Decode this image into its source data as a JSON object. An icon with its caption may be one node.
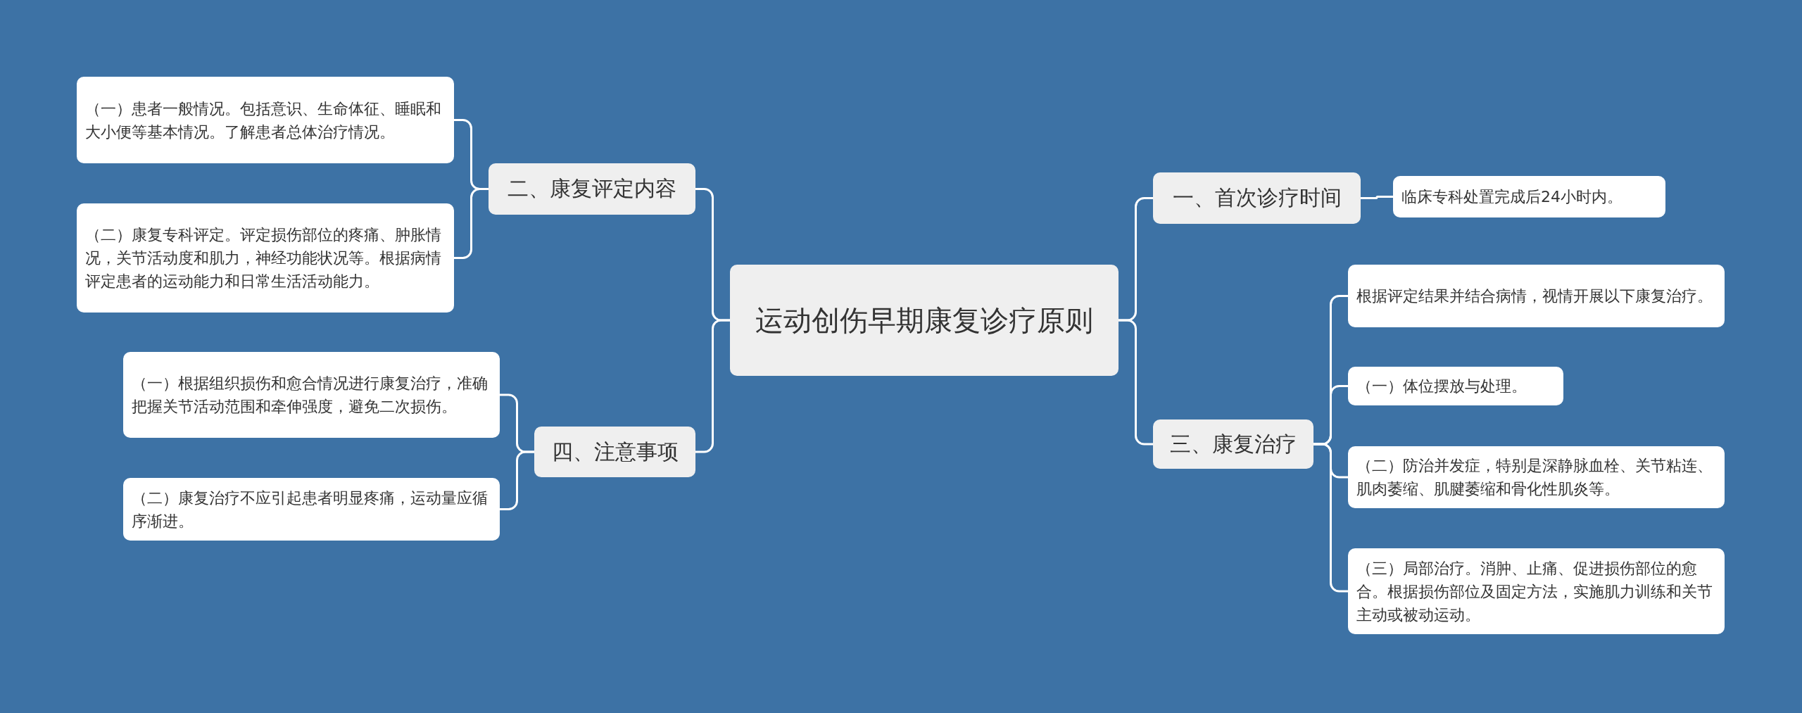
{
  "diagram": {
    "nodes": [
      {
        "text": [
          "运动创伤早期康复诊疗原则"
        ]
      },
      {
        "text": [
          "一、首次诊疗时间"
        ]
      },
      {
        "text": [
          "临床专科处置完成后24小时内。"
        ]
      },
      {
        "text": [
          "三、康复治疗"
        ]
      },
      {
        "text": [
          "根据评定结果并结合病情，视情开展以下康复治疗。"
        ]
      },
      {
        "text": [
          "（一）体位摆放与处理。"
        ]
      },
      {
        "text": [
          "（二）防治并发症，特别是深静脉血栓、关节粘连、肌肉萎缩、肌腱萎缩和骨化性肌炎等。"
        ]
      },
      {
        "text": [
          "（三）局部治疗。消肿、止痛、促进损伤部位的愈合。根据损伤部位及固定方法，实施肌力训练和关节主动或被动运动。"
        ]
      },
      {
        "text": [
          "二、康复评定内容"
        ]
      },
      {
        "text": [
          "（一）患者一般情况。包括意识、生命体征、睡眠和大小便等基本情况。了解患者总体治疗情况。"
        ]
      },
      {
        "text": [
          "（二）康复专科评定。评定损伤部位的疼痛、肿胀情况，关节活动度和肌力，神经功能状况等。根据病情评定患者的运动能力和日常生活活动能力。"
        ]
      },
      {
        "text": [
          "四、注意事项"
        ]
      },
      {
        "text": [
          "（一）根据组织损伤和愈合情况进行康复治疗，准确把握关节活动范围和牵伸强度，避免二次损伤。"
        ]
      },
      {
        "text": [
          "（二）康复治疗不应引起患者明显疼痛，运动量应循序渐进。"
        ]
      }
    ],
    "edges": [
      {
        "from": 0,
        "to": 1,
        "arrow": "none"
      },
      {
        "from": 1,
        "to": 2,
        "arrow": "none"
      },
      {
        "from": 0,
        "to": 3,
        "arrow": "none"
      },
      {
        "from": 3,
        "to": 4,
        "arrow": "none"
      },
      {
        "from": 3,
        "to": 5,
        "arrow": "none"
      },
      {
        "from": 3,
        "to": 6,
        "arrow": "none"
      },
      {
        "from": 3,
        "to": 7,
        "arrow": "none"
      },
      {
        "from": 0,
        "to": 8,
        "arrow": "none"
      },
      {
        "from": 8,
        "to": 9,
        "arrow": "none"
      },
      {
        "from": 8,
        "to": 10,
        "arrow": "none"
      },
      {
        "from": 0,
        "to": 11,
        "arrow": "none"
      },
      {
        "from": 11,
        "to": 12,
        "arrow": "none"
      },
      {
        "from": 11,
        "to": 13,
        "arrow": "none"
      }
    ]
  }
}
